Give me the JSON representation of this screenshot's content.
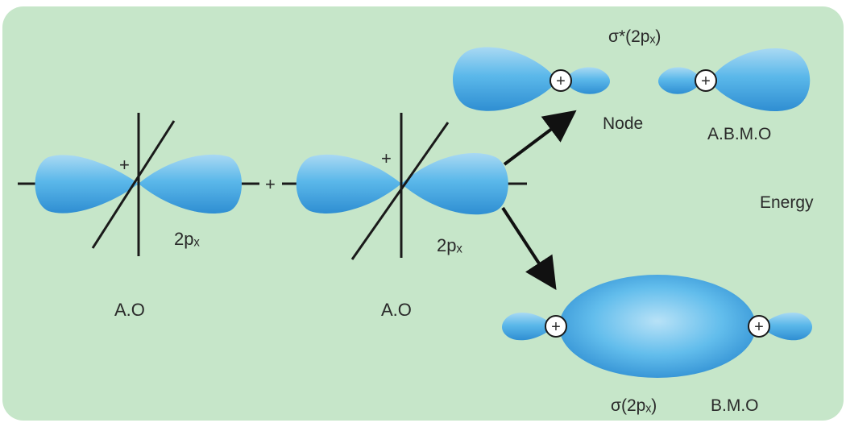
{
  "diagram": {
    "colors": {
      "background": "#c6e6c9",
      "lobe_light": "#a9d9f3",
      "lobe_mid": "#5bb8ea",
      "lobe_dark": "#2f8ed2",
      "line": "#1a1a1a"
    },
    "labels": {
      "ao_left": "A.O",
      "ao_right": "A.O",
      "orbital_left": "2pₓ",
      "orbital_right": "2pₓ",
      "plus_sign": "+",
      "antibonding_symbol": "σ*(2pₓ)",
      "node": "Node",
      "abmo": "A.B.M.O",
      "energy": "Energy",
      "bonding_symbol": "σ(2pₓ)",
      "bmo": "B.M.O",
      "phase_sign": "+"
    }
  }
}
